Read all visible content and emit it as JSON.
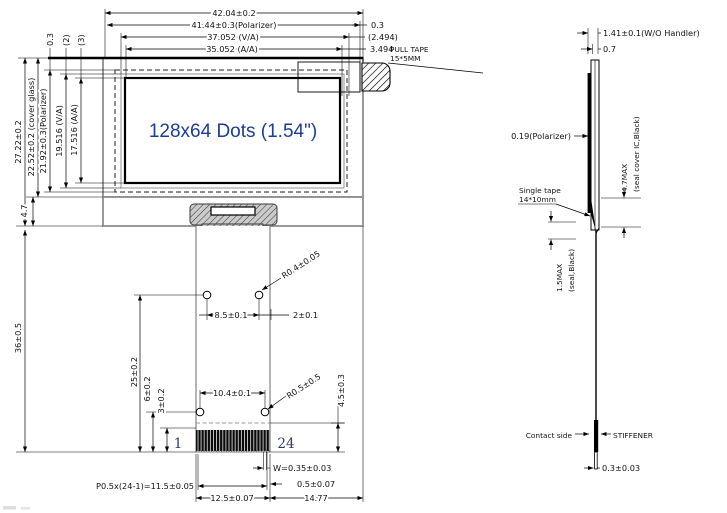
{
  "front": {
    "d42": "42.04±0.2",
    "d4144": "41.44±0.3(Polarizer)",
    "d37": "37.052  (V/A)",
    "d35": "35.052  (A/A)",
    "r03": "0.3",
    "r2494": "(2.494)",
    "r3494": "3.494",
    "pt1": "PULL TAPE",
    "pt2": "15*5MM",
    "l2722": "27.22±0.2",
    "l2252": "22.52±0.2  (cover glass)",
    "l2192": "21.92±0.3(Polarizer)",
    "l19516": "19.516  (V/A)",
    "l17516": "17.516  (A/A)",
    "l03": "0.3",
    "ln2": "(2)",
    "ln3": "(3)",
    "l47": "4.7",
    "l36": "36±0.5",
    "display": "128x64 Dots (1.54\")",
    "r04": "R0.4±0.05",
    "d85": "8.5±0.1",
    "d2": "2±0.1",
    "d25": "25±0.2",
    "d6": "6±0.2",
    "d3": "3±0.2",
    "d104": "10.4±0.1",
    "r05": "R0.5±0.5",
    "d45": "4.5±0.3",
    "pin_first": "1",
    "pin_last": "24",
    "w035": "W=0.35±0.03",
    "d05": "0.5±0.07",
    "pitch": "P0.5x(24-1)=11.5±0.05",
    "d125": "12.5±0.07",
    "d1477": "14.77"
  },
  "side": {
    "t141": "1.41±0.1(W/O Handler)",
    "t07": "0.7",
    "pol019": "0.19(Polarizer)",
    "seal47a": "4.7MAX",
    "seal47b": "(seal  cover  IC,Black)",
    "tape1": "Single  tape",
    "tape2": "14*10mm",
    "seal15a": "1.5MAX",
    "seal15b": "(seal,Black)",
    "contact": "Contact  side",
    "stiffener": "STIFFENER",
    "t03": "0.3±0.03"
  },
  "colors": {
    "display_text": "#1d3c94",
    "line": "#000000",
    "module_edge": "#8e8e8e"
  }
}
